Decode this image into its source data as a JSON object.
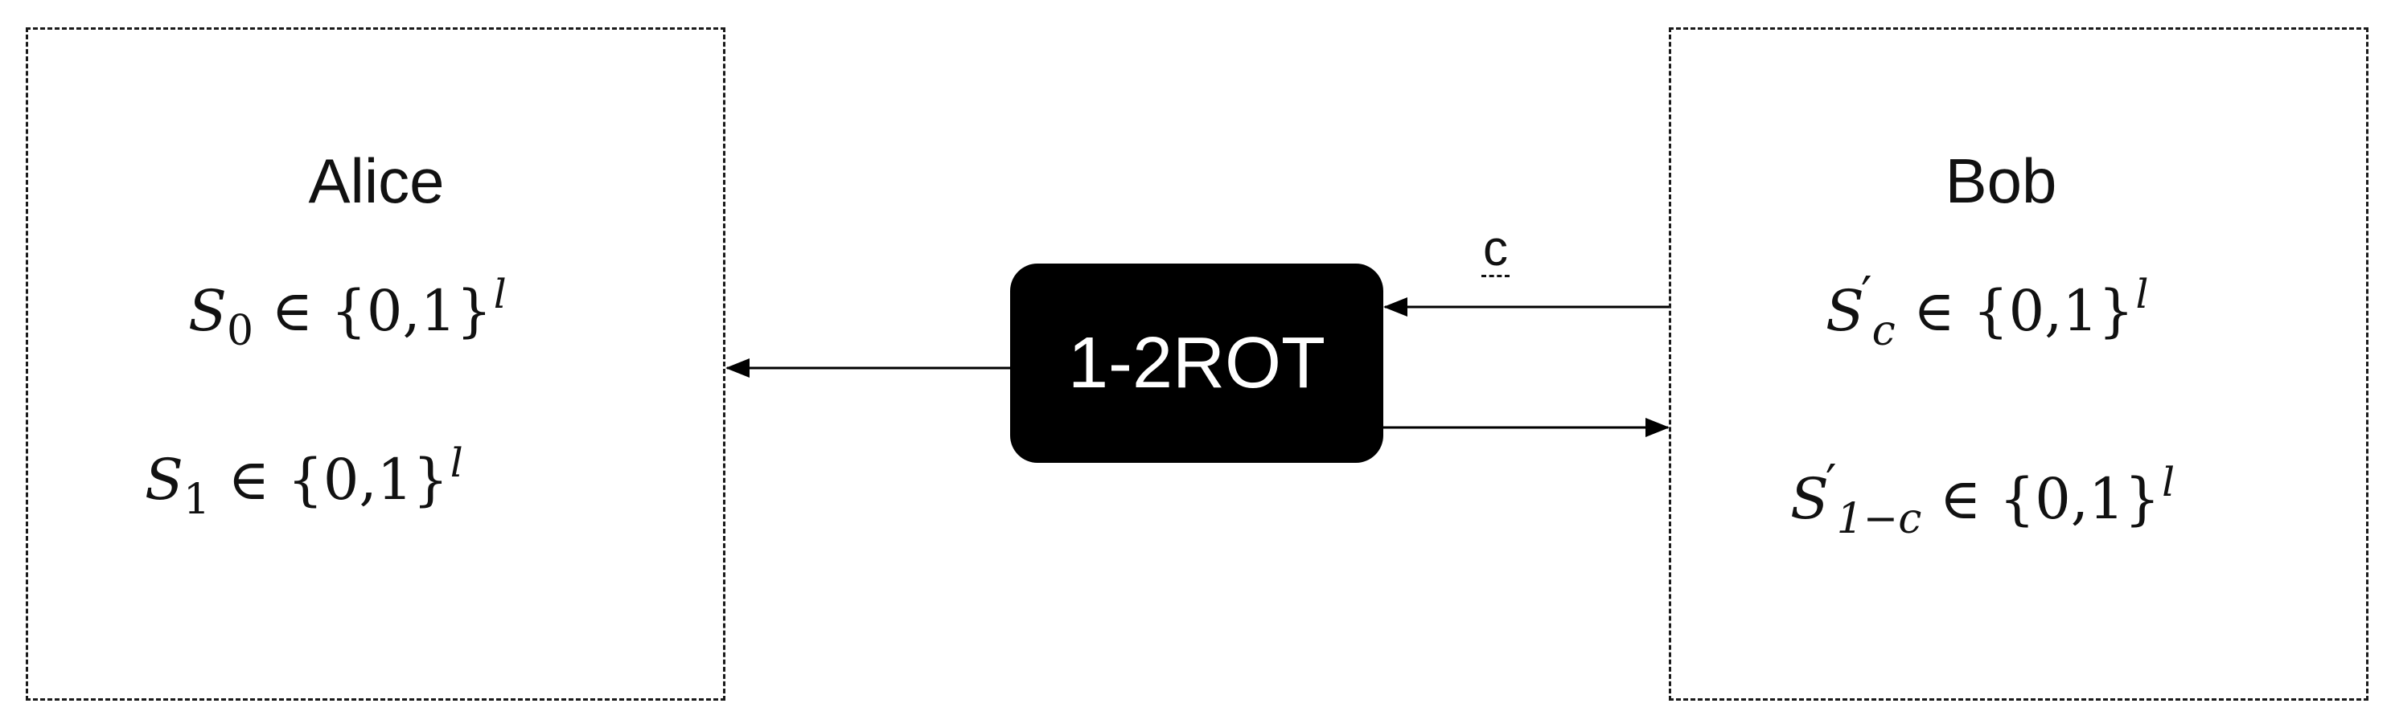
{
  "alice": {
    "name": "Alice",
    "s0": {
      "var": "S",
      "sub": "0",
      "rel": " ∈ {0,1}",
      "sup": "l"
    },
    "s1": {
      "var": "S",
      "sub": "1",
      "rel": " ∈ {0,1}",
      "sup": "l"
    }
  },
  "bob": {
    "name": "Bob",
    "sc": {
      "var": "S",
      "prime": "′",
      "sub": "c",
      "rel": " ∈ {0,1}",
      "sup": "l"
    },
    "s1c": {
      "var": "S",
      "prime": "′",
      "sub": "1−c",
      "rel": " ∈ {0,1}",
      "sup": "l"
    }
  },
  "protocol": {
    "label": "1-2ROT",
    "choice_label": "c"
  }
}
